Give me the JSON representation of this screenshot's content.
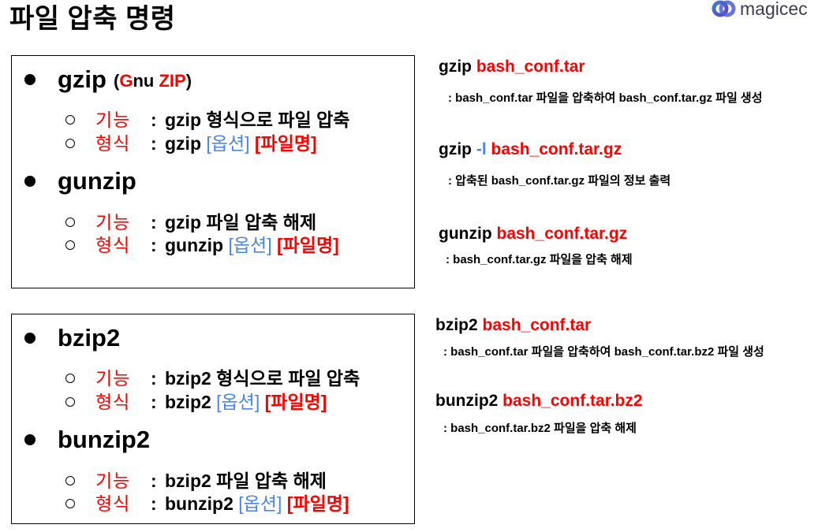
{
  "title": "파일 압축 명령",
  "logo": {
    "text": "magicec",
    "icon": "magicec-logo-icon"
  },
  "colors": {
    "text": "#000000",
    "highlight_red": "#ff0000",
    "option_blue": "#4a86e8",
    "logo_text": "#3d3d4f",
    "logo_icon": "#4a5fd0"
  },
  "boxes": [
    {
      "commands": [
        {
          "name": "gzip",
          "note": {
            "open": "(",
            "g": "G",
            "nu": "nu ",
            "zip": "ZIP",
            "close": ")"
          },
          "rows": [
            {
              "label": "기능",
              "sep": ":",
              "text": "gzip 형식으로 파일 압축"
            },
            {
              "label": "형식",
              "sep": ":",
              "cmd": "gzip",
              "option": "[옵션]",
              "file": "[파일명]"
            }
          ]
        },
        {
          "name": "gunzip",
          "rows": [
            {
              "label": "기능",
              "sep": ":",
              "text": "gzip 파일 압축 해제"
            },
            {
              "label": "형식",
              "sep": ":",
              "cmd": "gunzip",
              "option": "[옵션]",
              "file": "[파일명]"
            }
          ]
        }
      ]
    },
    {
      "commands": [
        {
          "name": "bzip2",
          "rows": [
            {
              "label": "기능",
              "sep": ":",
              "text": "bzip2 형식으로 파일 압축"
            },
            {
              "label": "형식",
              "sep": ":",
              "cmd": "bzip2",
              "option": "[옵션]",
              "file": "[파일명]"
            }
          ]
        },
        {
          "name": "bunzip2",
          "rows": [
            {
              "label": "기능",
              "sep": ":",
              "text": "bzip2 파일 압축 해제"
            },
            {
              "label": "형식",
              "sep": ":",
              "cmd": "bunzip2",
              "option": "[옵션]",
              "file": "[파일명]"
            }
          ]
        }
      ]
    }
  ],
  "examples": [
    {
      "cmd": "gzip",
      "arg": "bash_conf.tar",
      "desc": ": bash_conf.tar 파일을 압축하여 bash_conf.tar.gz 파일 생성"
    },
    {
      "cmd": "gzip",
      "flag": "-l",
      "arg": "bash_conf.tar.gz",
      "desc": ": 압축된 bash_conf.tar.gz 파일의 정보 출력"
    },
    {
      "cmd": "gunzip",
      "arg": "bash_conf.tar.gz",
      "desc": ": bash_conf.tar.gz 파일을 압축 해제"
    },
    {
      "cmd": "bzip2",
      "arg": "bash_conf.tar",
      "desc": ": bash_conf.tar 파일을 압축하여 bash_conf.tar.bz2 파일 생성"
    },
    {
      "cmd": "bunzip2",
      "arg": "bash_conf.tar.bz2",
      "desc": ": bash_conf.tar.bz2 파일을 압축 해제"
    }
  ]
}
